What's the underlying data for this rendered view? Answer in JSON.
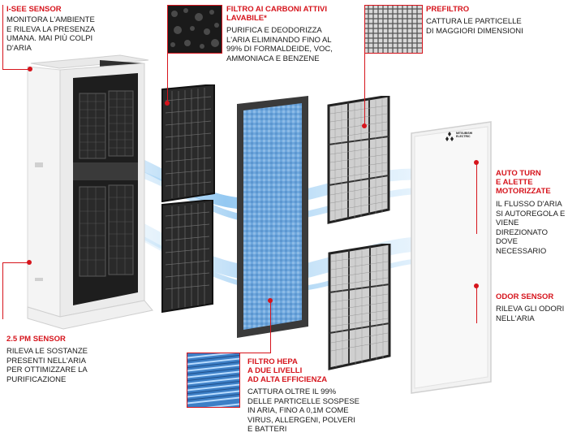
{
  "callouts": {
    "isee": {
      "title": "I-SEE SENSOR",
      "text": [
        "MONITORA L'AMBIENTE",
        "E RILEVA LA PRESENZA",
        "UMANA. MAI PIÙ COLPI",
        "D'ARIA"
      ]
    },
    "carbon": {
      "title": [
        "FILTRO AI CARBONI ATTIVI",
        "LAVABILE*"
      ],
      "text": [
        "PURIFICA E DEODORIZZA",
        "L'ARIA ELIMINANDO FINO AL",
        "99% DI FORMALDEIDE, VOC,",
        "AMMONIACA E BENZENE"
      ]
    },
    "prefilter": {
      "title": "PREFILTRO",
      "text": [
        "CATTURA LE PARTICELLE",
        "DI MAGGIORI  DIMENSIONI"
      ]
    },
    "autoturn": {
      "title": [
        "AUTO TURN",
        "E ALETTE",
        "MOTORIZZATE"
      ],
      "text": [
        "IL FLUSSO D'ARIA",
        "SI AUTOREGOLA E",
        "VIENE DIREZIONATO",
        "DOVE NECESSARIO"
      ]
    },
    "odor": {
      "title": "ODOR SENSOR",
      "text": [
        "RILEVA GLI ODORI",
        "NELL'ARIA"
      ]
    },
    "pm25": {
      "title": "2.5 PM SENSOR",
      "text": [
        "RILEVA LE SOSTANZE",
        "PRESENTI NELL'ARIA",
        "PER OTTIMIZZARE LA",
        "PURIFICAZIONE"
      ]
    },
    "hepa": {
      "title": [
        "FILTRO HEPA",
        "A DUE LIVELLI",
        "AD ALTA EFFICIENZA"
      ],
      "text": [
        "CATTURA OLTRE IL 99%",
        "DELLE PARTICELLE SOSPESE",
        "IN ARIA, FINO A 0,1M COME",
        "VIRUS, ALLERGENI, POLVERI",
        "E BATTERI"
      ]
    }
  },
  "brand": {
    "logo_text": [
      "MITSUBISHI",
      "ELECTRIC"
    ]
  },
  "colors": {
    "accent": "#d6141c",
    "hepa_blue": "#6ea7dd",
    "carbon": "#2b2b2b",
    "airflow": "#5aa9e6"
  }
}
